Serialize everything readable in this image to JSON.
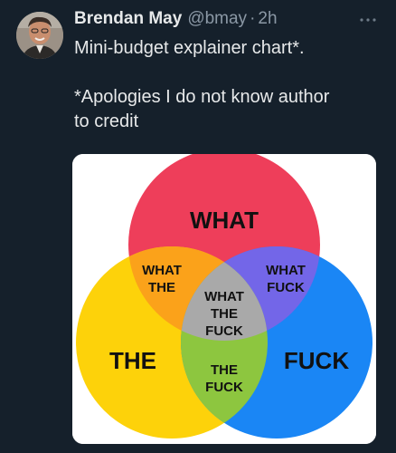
{
  "tweet": {
    "author_name": "Brendan May",
    "handle": "@bmay",
    "separator": "·",
    "time": "2h",
    "more_icon": "more-horizontal-icon",
    "text_line1": "Mini-budget explainer chart*.",
    "text_line2": "*Apologies I do not know author\nto credit"
  },
  "colors": {
    "background": "#15202b",
    "primary_text": "#e7e9ea",
    "secondary_text": "#8b98a5",
    "venn_red": "#ee3e5a",
    "venn_yellow": "#fdd20a",
    "venn_blue": "#1a86f5",
    "venn_orange": "#fba21a",
    "venn_purple": "#7366e8",
    "venn_green": "#8dc63f",
    "venn_center": "#a9a9a9"
  },
  "venn": {
    "top": "WHAT",
    "left": "THE",
    "right": "FUCK",
    "top_left_1": "WHAT",
    "top_left_2": "THE",
    "top_right_1": "WHAT",
    "top_right_2": "FUCK",
    "center_1": "WHAT",
    "center_2": "THE",
    "center_3": "FUCK",
    "bottom_1": "THE",
    "bottom_2": "FUCK"
  }
}
